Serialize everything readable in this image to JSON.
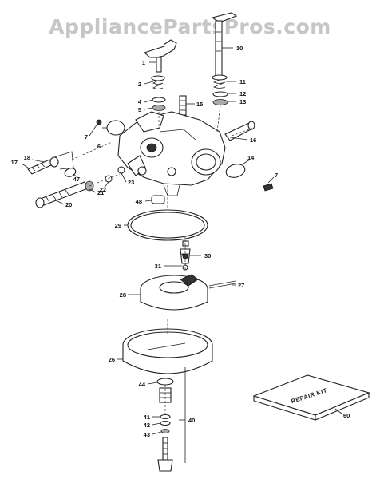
{
  "watermark": "AppliancePartsPros.com",
  "kit_label": "REPAIR KIT",
  "callouts": [
    "1",
    "2",
    "4",
    "5",
    "6",
    "7",
    "10",
    "11",
    "12",
    "13",
    "15",
    "16",
    "17",
    "18",
    "47",
    "22",
    "23",
    "21",
    "20",
    "48",
    "14",
    "7",
    "29",
    "30",
    "31",
    "27",
    "28",
    "26",
    "44",
    "41",
    "42",
    "43",
    "40",
    "60"
  ]
}
